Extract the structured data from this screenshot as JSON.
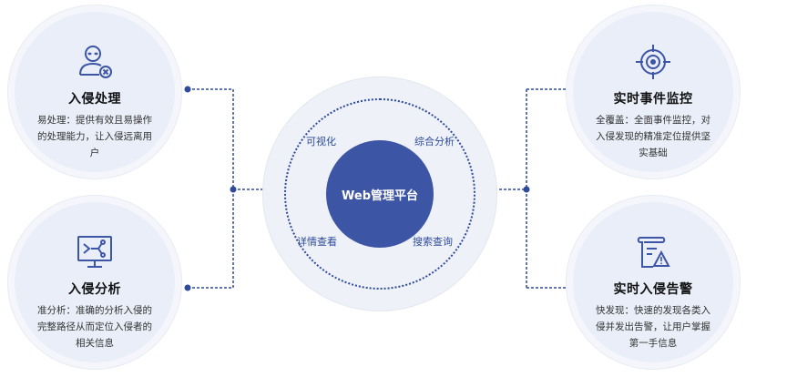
{
  "hub": {
    "title": "Web管理平台",
    "labels": [
      "可视化",
      "综合分析",
      "详情查看",
      "搜索查询"
    ]
  },
  "features": {
    "top_left": {
      "icon": "user-alert-icon",
      "title": "入侵处理",
      "desc": "易处理：提供有效且易操作的处理能力，让入侵远离用户"
    },
    "bottom_left": {
      "icon": "monitor-analysis-icon",
      "title": "入侵分析",
      "desc": "准分析：准确的分析入侵的完整路径从而定位入侵者的相关信息"
    },
    "top_right": {
      "icon": "target-icon",
      "title": "实时事件监控",
      "desc": "全覆盖：全面事件监控，对入侵发现的精准定位提供坚实基础"
    },
    "bottom_right": {
      "icon": "document-warning-icon",
      "title": "实时入侵告警",
      "desc": "快发现：快速的发现各类入侵并发出告警，让用户掌握第一手信息"
    }
  },
  "colors": {
    "accent": "#3d55a5",
    "line": "#2e4a9b",
    "circle_fill": "#e9eef8"
  }
}
